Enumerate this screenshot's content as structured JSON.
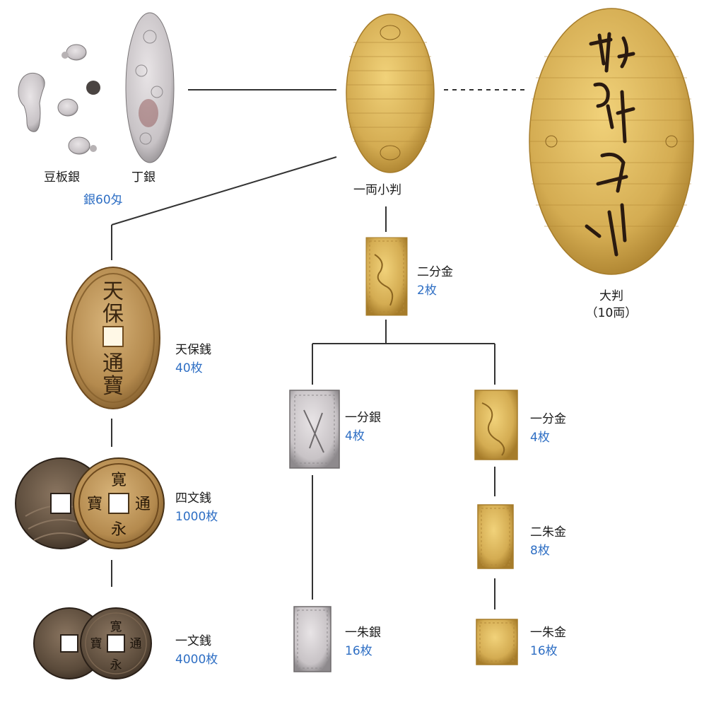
{
  "colors": {
    "line": "#333333",
    "label": "#1a1a1a",
    "count": "#2f6fc4",
    "gold": "#d4ac52",
    "gold_dark": "#a67c2a",
    "silver": "#c8c3c6",
    "silver_dark": "#8e8a8d",
    "copper": "#b48a4e",
    "iron": "#5a4a3a"
  },
  "nodes": {
    "mameitagin": {
      "label": "豆板銀"
    },
    "chogin": {
      "label": "丁銀"
    },
    "silver_group": {
      "count": "銀60匁"
    },
    "koban": {
      "label": "一両小判"
    },
    "oban": {
      "label": "大判",
      "count": "（10両）"
    },
    "nibukin": {
      "label": "二分金",
      "count": "2枚"
    },
    "tenposen": {
      "label": "天保銭",
      "count": "40枚"
    },
    "yonmonsen": {
      "label": "四文銭",
      "count": "1000枚"
    },
    "ichimonsen": {
      "label": "一文銭",
      "count": "4000枚"
    },
    "ichibugin": {
      "label": "一分銀",
      "count": "4枚"
    },
    "ichibukin": {
      "label": "一分金",
      "count": "4枚"
    },
    "nishukin": {
      "label": "二朱金",
      "count": "8枚"
    },
    "isshugin": {
      "label": "一朱銀",
      "count": "16枚"
    },
    "isshukin": {
      "label": "一朱金",
      "count": "16枚"
    }
  },
  "coin_text": {
    "tenpo": [
      "天",
      "保",
      "通",
      "寶"
    ],
    "kanei": [
      "寛",
      "永",
      "通",
      "寶"
    ]
  }
}
